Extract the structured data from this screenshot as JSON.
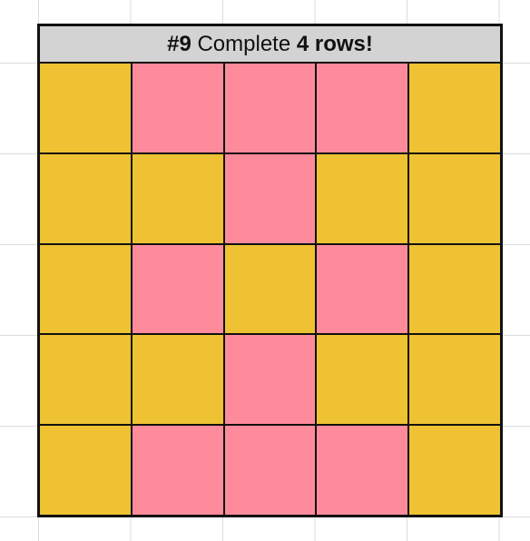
{
  "header": {
    "number": "#9",
    "word": "Complete",
    "goal": "4 rows!"
  },
  "colors": {
    "yellow": "#eec232",
    "pink": "#fd8b9b",
    "header_bg": "#d3d3d3"
  },
  "board": [
    [
      "yellow",
      "pink",
      "pink",
      "pink",
      "yellow"
    ],
    [
      "yellow",
      "yellow",
      "pink",
      "yellow",
      "yellow"
    ],
    [
      "yellow",
      "pink",
      "yellow",
      "pink",
      "yellow"
    ],
    [
      "yellow",
      "yellow",
      "pink",
      "yellow",
      "yellow"
    ],
    [
      "yellow",
      "pink",
      "pink",
      "pink",
      "yellow"
    ]
  ]
}
